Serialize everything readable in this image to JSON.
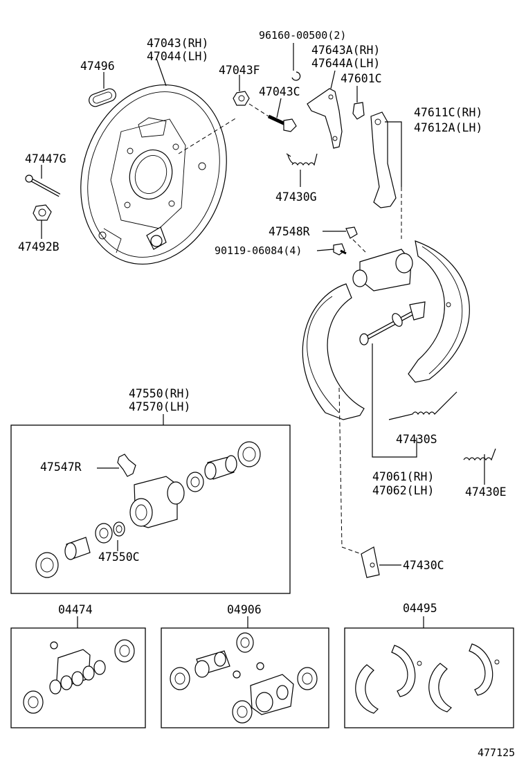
{
  "labels": {
    "p47043": "47043(RH)",
    "p47044": "47044(LH)",
    "p47496": "47496",
    "p96160": "96160-00500(2)",
    "p47643A": "47643A(RH)",
    "p47644A": "47644A(LH)",
    "p47043F": "47043F",
    "p47601C": "47601C",
    "p47043C": "47043C",
    "p47611C": "47611C(RH)",
    "p47612A": "47612A(LH)",
    "p47447G": "47447G",
    "p47430G": "47430G",
    "p47492B": "47492B",
    "p47548R": "47548R",
    "p90119": "90119-06084(4)",
    "p47550": "47550(RH)",
    "p47570": "47570(LH)",
    "p47547R": "47547R",
    "p47550C": "47550C",
    "p47430S": "47430S",
    "p47061": "47061(RH)",
    "p47062": "47062(LH)",
    "p47430E": "47430E",
    "p47430C": "47430C",
    "p04474": "04474",
    "p04906": "04906",
    "p04495": "04495",
    "ref": "477125"
  }
}
